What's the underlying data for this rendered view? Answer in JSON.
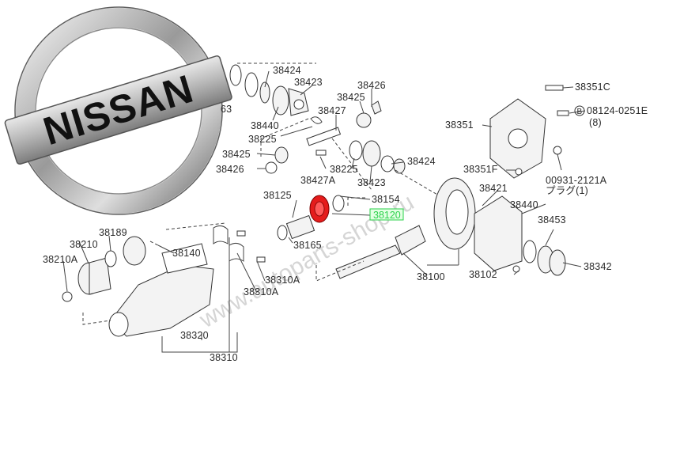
{
  "logo": {
    "text": "NISSAN"
  },
  "watermark": {
    "text": "www.autoparts-shop.ru"
  },
  "colors": {
    "highlight_part": "#e51c1c",
    "highlight_label": "#2ad24a",
    "line": "#444444"
  },
  "labels": {
    "p38424": "38424",
    "p38423a": "38423",
    "p38426a": "38426",
    "p38425a": "38425",
    "p38427": "38427",
    "p38440a": "38440",
    "p38225a": "38225",
    "p38425b": "38425",
    "p38426b": "38426",
    "p38427A": "38427A",
    "p38225b": "38225",
    "p38424b": "38424",
    "p38423b": "38423",
    "p38125": "38125",
    "p38154": "38154",
    "p38120": "38120",
    "p38165": "38165",
    "p38189": "38189",
    "p38210": "38210",
    "p38210A": "38210A",
    "p38140": "38140",
    "p38310Aa": "38310A",
    "p38310Ab": "38310A",
    "p38320": "38320",
    "p38310": "38310",
    "p38100": "38100",
    "p38421": "38421",
    "p38440b": "38440",
    "p38453": "38453",
    "p38342": "38342",
    "p38102": "38102",
    "p38351C": "38351C",
    "p38351": "38351",
    "p08124": "08124-0251E",
    "p08124b": "B",
    "p08124c": "(8)",
    "p38351F": "38351F",
    "p00931": "00931-2121A",
    "p00931b": "プラグ(1)",
    "p63": "63"
  }
}
